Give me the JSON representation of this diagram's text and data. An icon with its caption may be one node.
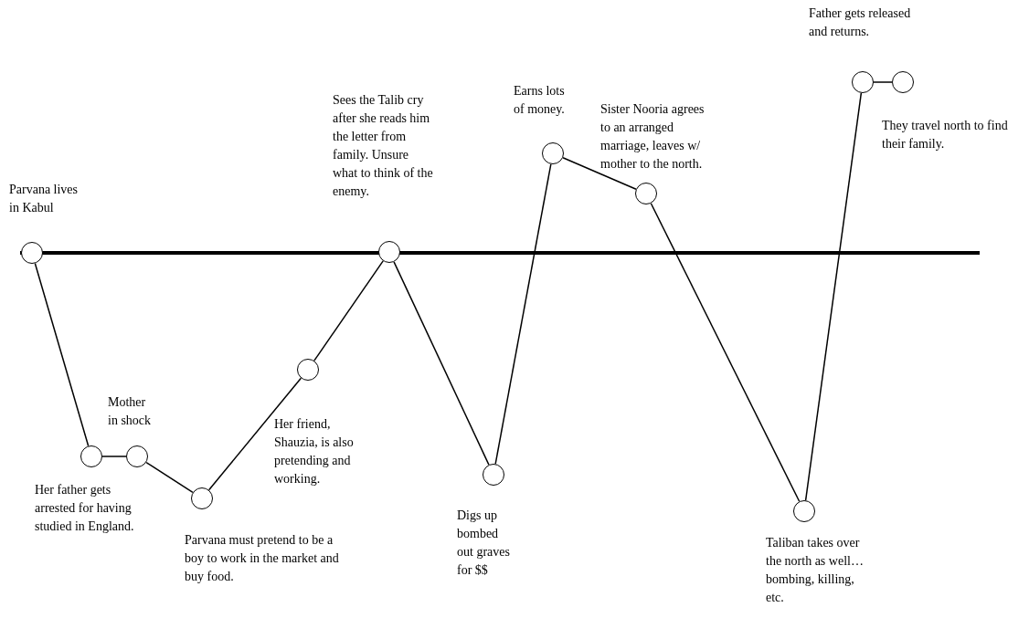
{
  "diagram": {
    "nodes": [
      {
        "text": [],
        "shape": "circle",
        "beside": [
          "Parvana lives in Kabul"
        ]
      },
      {
        "text": [],
        "shape": "circle",
        "beside": [
          "Her father gets arrested for having studied in England."
        ]
      },
      {
        "text": [],
        "shape": "circle",
        "beside": [
          "Mother in shock"
        ]
      },
      {
        "text": [],
        "shape": "circle",
        "beside": [
          "Parvana must pretend to be a boy to work in the market and buy food."
        ]
      },
      {
        "text": [],
        "shape": "circle",
        "beside": [
          "Her friend, Shauzia, is also pretending and working."
        ]
      },
      {
        "text": [],
        "shape": "circle",
        "beside": [
          "Sees the Talib cry after she reads him the letter from family.  Unsure what to think of the enemy."
        ]
      },
      {
        "text": [],
        "shape": "circle",
        "beside": [
          "Digs up bombed out graves for $$"
        ]
      },
      {
        "text": [],
        "shape": "circle",
        "beside": [
          "Earns lots of money."
        ]
      },
      {
        "text": [],
        "shape": "circle",
        "beside": [
          "Sister Nooria agrees to an arranged marriage, leaves w/ mother to the north."
        ]
      },
      {
        "text": [],
        "shape": "circle",
        "beside": [
          "Taliban takes over the north as well… bombing, killing, etc."
        ]
      },
      {
        "text": [],
        "shape": "circle",
        "beside": [
          "Father gets released and returns."
        ]
      },
      {
        "text": [],
        "shape": "circle",
        "beside": [
          "They travel north to find their family."
        ]
      }
    ],
    "edges": [
      {
        "from": 0,
        "to": 1,
        "arrow": "none"
      },
      {
        "from": 1,
        "to": 2,
        "arrow": "none"
      },
      {
        "from": 2,
        "to": 3,
        "arrow": "none"
      },
      {
        "from": 3,
        "to": 4,
        "arrow": "none"
      },
      {
        "from": 4,
        "to": 5,
        "arrow": "none"
      },
      {
        "from": 5,
        "to": 6,
        "arrow": "none"
      },
      {
        "from": 6,
        "to": 7,
        "arrow": "none"
      },
      {
        "from": 7,
        "to": 8,
        "arrow": "none"
      },
      {
        "from": 8,
        "to": 9,
        "arrow": "none"
      },
      {
        "from": 9,
        "to": 10,
        "arrow": "none"
      },
      {
        "from": 10,
        "to": 11,
        "arrow": "none"
      }
    ]
  }
}
